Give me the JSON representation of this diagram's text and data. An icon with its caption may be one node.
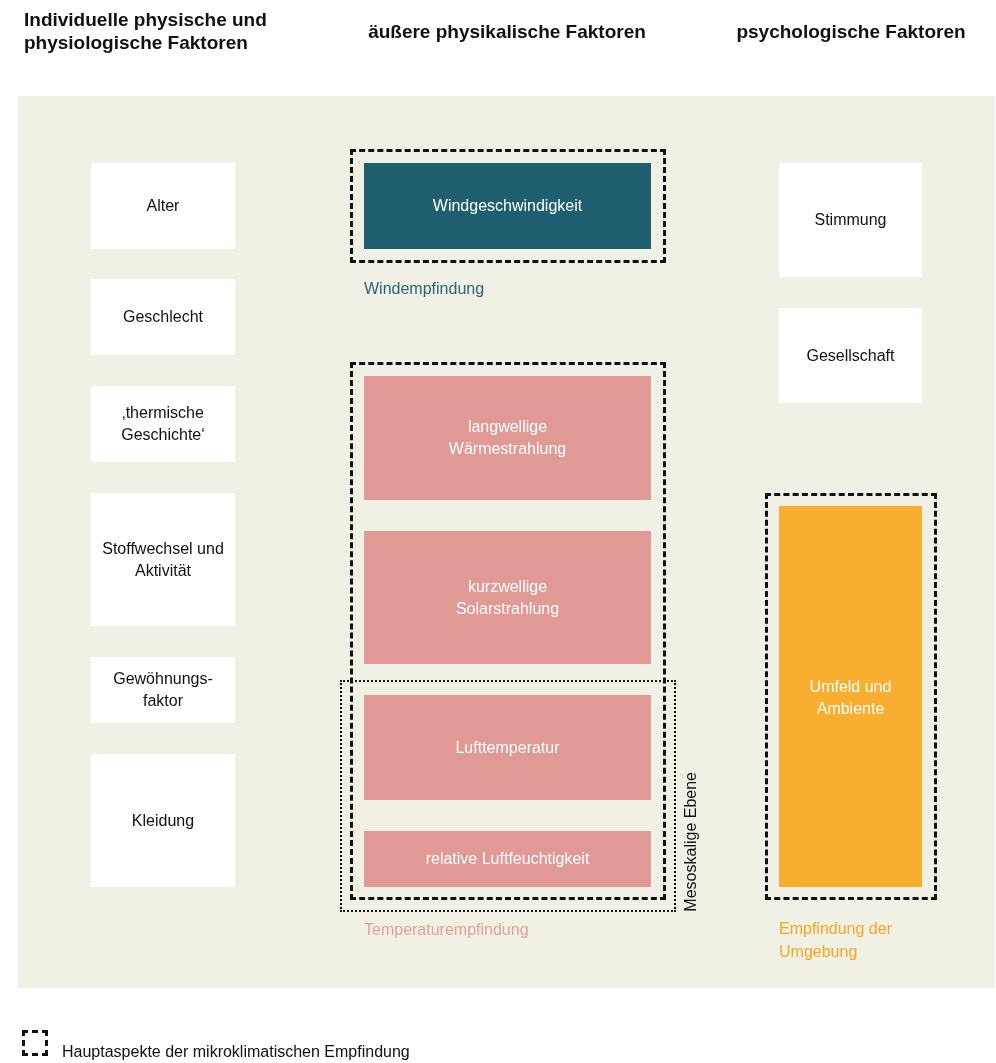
{
  "diagram": {
    "nodes": [
      {
        "text": [
          "Alter"
        ]
      },
      {
        "text": [
          "Geschlecht"
        ]
      },
      {
        "text": [
          "‚thermische Geschichte‘"
        ]
      },
      {
        "text": [
          "Stoffwechsel und Aktivität"
        ]
      },
      {
        "text": [
          "Gewöhnungs- faktor"
        ]
      },
      {
        "text": [
          "Kleidung"
        ]
      },
      {
        "text": [
          "Windempfindung"
        ]
      },
      {
        "text": [
          "Windgeschwindigkeit"
        ],
        "in": 6
      },
      {
        "text": [
          "Temperaturempfindung"
        ]
      },
      {
        "text": [
          "langwellige Wärmestrahlung"
        ],
        "in": 8
      },
      {
        "text": [
          "kurzwellige Solarstrahlung"
        ],
        "in": 8
      },
      {
        "text": [
          "Mesoskalige Ebene"
        ]
      },
      {
        "text": [
          "Lufttemperatur"
        ],
        "in": 11
      },
      {
        "text": [
          "relative Luftfeuchtigkeit"
        ],
        "in": 11
      },
      {
        "text": [
          "Stimmung"
        ]
      },
      {
        "text": [
          "Gesellschaft"
        ]
      },
      {
        "text": [
          "Empfindung der Umgebung"
        ]
      },
      {
        "text": [
          "Umfeld und Ambiente"
        ],
        "in": 16
      }
    ],
    "edges": [],
    "labels": [
      "Individuelle physische und physiologische Faktoren",
      "äußere physikalische Faktoren",
      "psychologische Faktoren"
    ],
    "legend": [
      {
        "text": "Hauptaspekte der mikroklimatischen Empfindung"
      }
    ]
  }
}
